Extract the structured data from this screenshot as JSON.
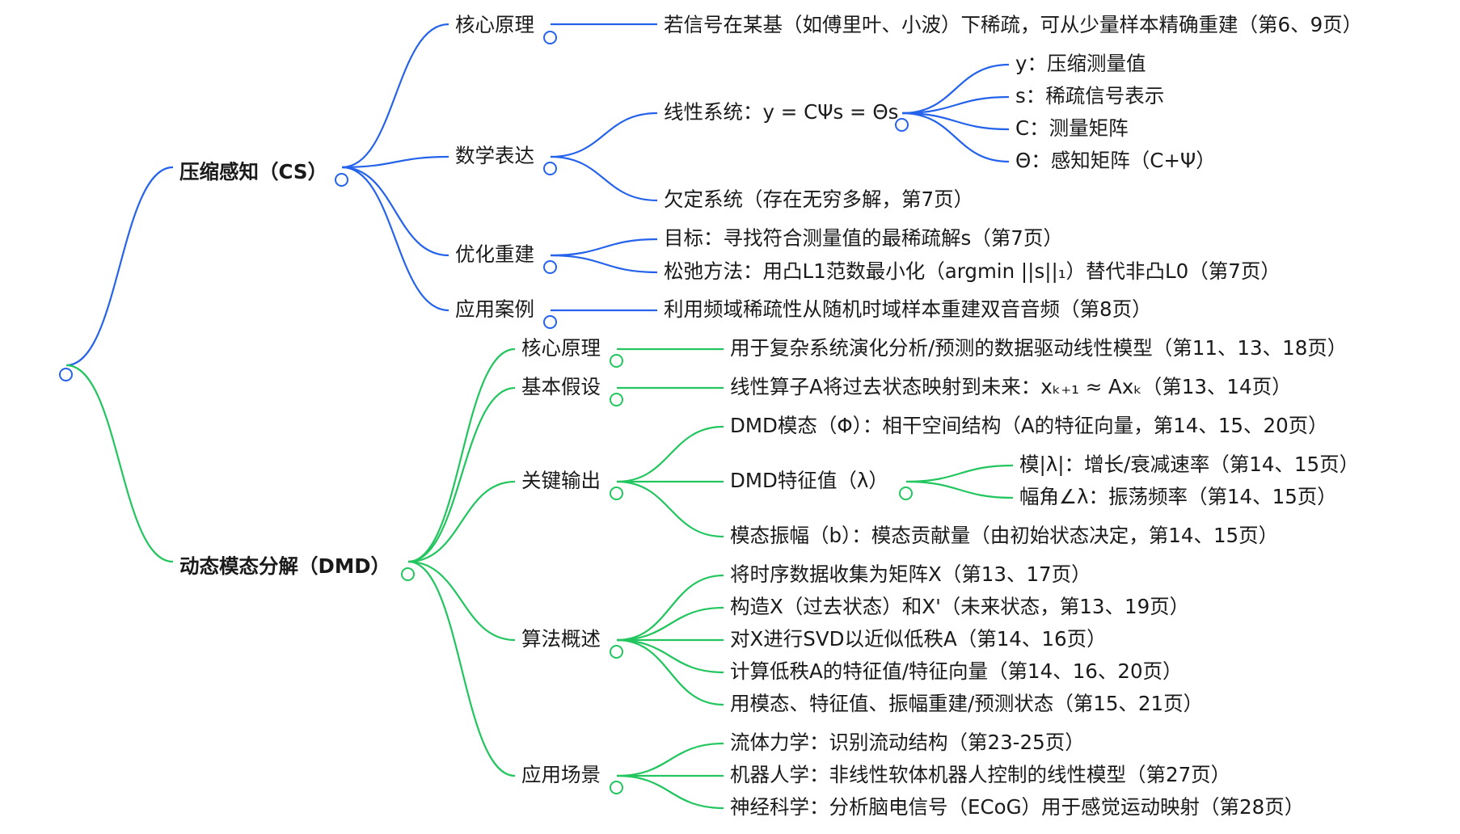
{
  "colors": {
    "cs_branch": "#2563eb",
    "dmd_branch": "#22c55e",
    "collapse_circle_fill": "#ffffff",
    "text": "#1a1a1a"
  },
  "nodes": {
    "cs": "压缩感知（CS）",
    "cs_principle": "核心原理",
    "cs_principle_text": "若信号在某基（如傅里叶、小波）下稀疏，可从少量样本精确重建（第6、9页）",
    "cs_math": "数学表达",
    "cs_math_linear": "线性系统：y = CΨs = Θs",
    "cs_math_y": "y：压缩测量值",
    "cs_math_s": "s：稀疏信号表示",
    "cs_math_c": "C：测量矩阵",
    "cs_math_theta": "Θ：感知矩阵（C+Ψ）",
    "cs_math_under": "欠定系统（存在无穷多解，第7页）",
    "cs_opt": "优化重建",
    "cs_opt_goal": "目标：寻找符合测量值的最稀疏解s（第7页）",
    "cs_opt_relax": "松弛方法：用凸L1范数最小化（argmin ||s||₁）替代非凸L0（第7页）",
    "cs_app": "应用案例",
    "cs_app_text": "利用频域稀疏性从随机时域样本重建双音音频（第8页）",
    "dmd": "动态模态分解（DMD）",
    "dmd_principle": "核心原理",
    "dmd_principle_text": "用于复杂系统演化分析/预测的数据驱动线性模型（第11、13、18页）",
    "dmd_assume": "基本假设",
    "dmd_assume_text": "线性算子A将过去状态映射到未来：xₖ₊₁ ≈ Axₖ（第13、14页）",
    "dmd_output": "关键输出",
    "dmd_output_modes": "DMD模态（Φ）：相干空间结构（A的特征向量，第14、15、20页）",
    "dmd_output_eig": "DMD特征值（λ）",
    "dmd_output_eig_mod": "模|λ|：增长/衰减速率（第14、15页）",
    "dmd_output_eig_arg": "幅角∠λ：振荡频率（第14、15页）",
    "dmd_output_amp": "模态振幅（b）：模态贡献量（由初始状态决定，第14、15页）",
    "dmd_algo": "算法概述",
    "dmd_algo_1": "将时序数据收集为矩阵X（第13、17页）",
    "dmd_algo_2": "构造X（过去状态）和X'（未来状态，第13、19页）",
    "dmd_algo_3": "对X进行SVD以近似低秩A（第14、16页）",
    "dmd_algo_4": "计算低秩A的特征值/特征向量（第14、16、20页）",
    "dmd_algo_5": "用模态、特征值、振幅重建/预测状态（第15、21页）",
    "dmd_app": "应用场景",
    "dmd_app_1": "流体力学：识别流动结构（第23-25页）",
    "dmd_app_2": "机器人学：非线性软体机器人控制的线性模型（第27页）",
    "dmd_app_3": "神经科学：分析脑电信号（ECoG）用于感觉运动映射（第28页）"
  }
}
